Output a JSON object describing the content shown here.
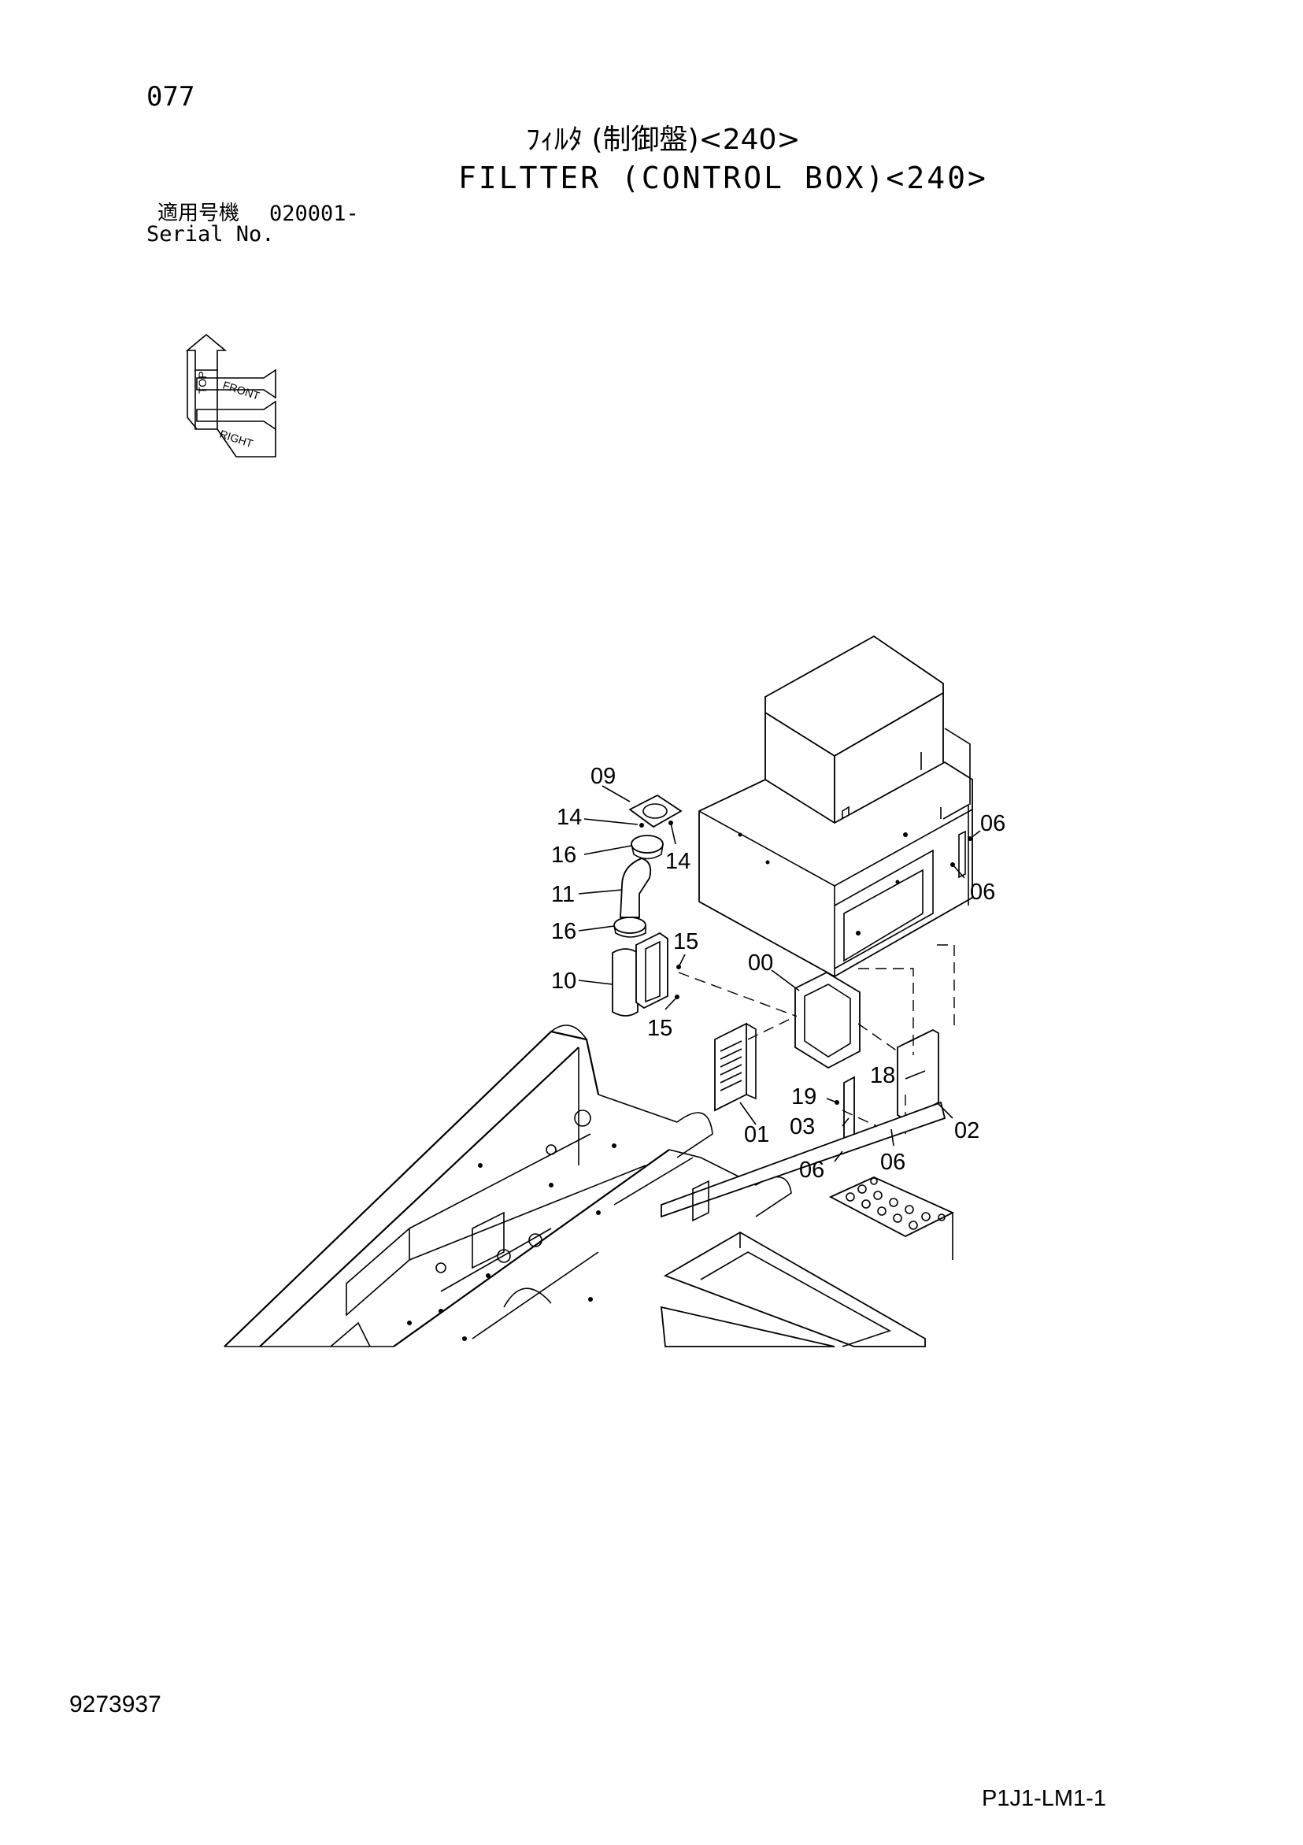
{
  "header": {
    "page_number": "077",
    "title_ja": "ﾌｨﾙﾀ (制御盤)<240>",
    "title_en": "FILTTER (CONTROL BOX)<240>",
    "serial_label_ja": "適用号機",
    "serial_value": "020001-",
    "serial_label_en": "Serial No."
  },
  "orientation_icon": {
    "labels": [
      "TOP",
      "FRONT",
      "RIGHT"
    ]
  },
  "callouts": {
    "c09": "09",
    "c14a": "14",
    "c14b": "14",
    "c16a": "16",
    "c11": "11",
    "c16b": "16",
    "c15a": "15",
    "c10": "10",
    "c15b": "15",
    "c00": "00",
    "c01": "01",
    "c19": "19",
    "c03": "03",
    "c18": "18",
    "c02": "02",
    "c06a": "06",
    "c06b": "06",
    "c06c": "06",
    "c06d": "06"
  },
  "footer": {
    "document_number": "9273937",
    "sheet_code": "P1J1-LM1-1"
  }
}
